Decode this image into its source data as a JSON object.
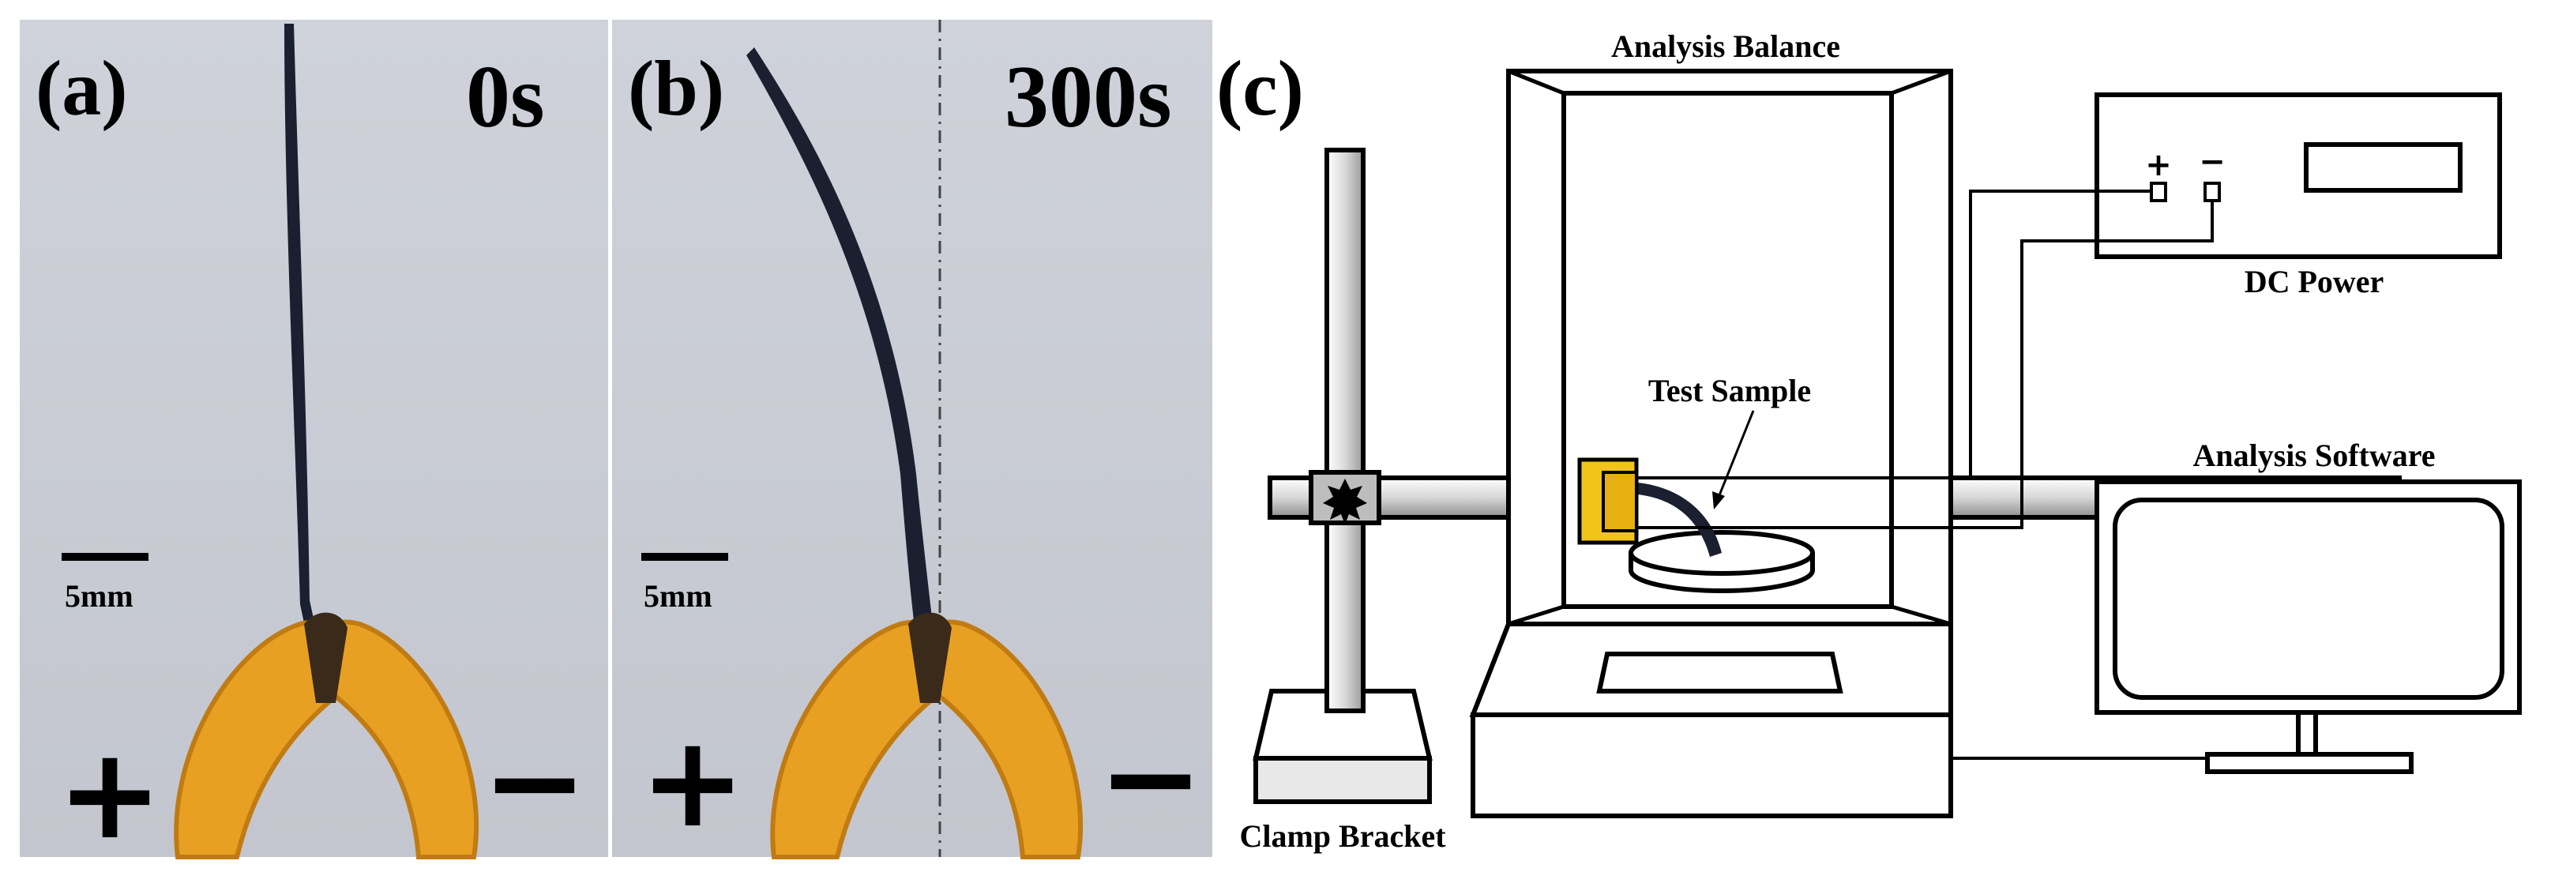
{
  "panels": {
    "a": {
      "label": "(a)",
      "time": "0s",
      "scale": "5mm",
      "plus": "+",
      "minus": "−"
    },
    "b": {
      "label": "(b)",
      "time": "300s",
      "scale": "5mm",
      "plus": "+",
      "minus": "−"
    },
    "c": {
      "label": "(c)",
      "analysis_balance": "Analysis Balance",
      "dc_power": "DC Power",
      "test_sample": "Test Sample",
      "analysis_software": "Analysis Software",
      "clamp_bracket": "Clamp Bracket",
      "terminal_plus": "+",
      "terminal_minus": "−"
    }
  },
  "colors": {
    "photo_bg": "#c9ccd4",
    "clip_orange": "#e8a023",
    "sample_black": "#1b2030",
    "clamp_yellow": "#f2c31b"
  }
}
